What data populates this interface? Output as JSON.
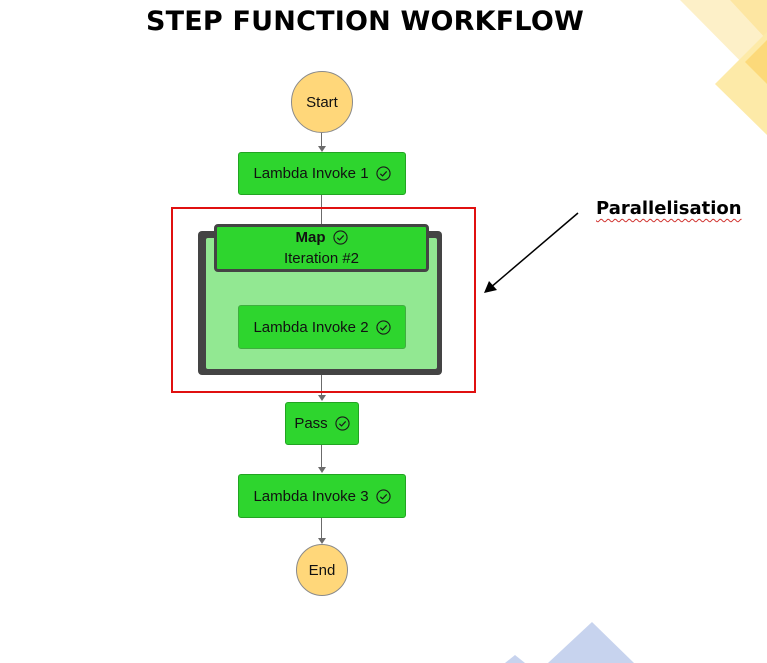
{
  "title": "STEP FUNCTION WORKFLOW",
  "nodes": {
    "start": "Start",
    "lambda1": "Lambda Invoke 1",
    "map_title": "Map",
    "map_iteration": "Iteration #2",
    "lambda2": "Lambda Invoke 2",
    "pass": "Pass",
    "lambda3": "Lambda Invoke 3",
    "end": "End"
  },
  "annotation": {
    "label": "Parallelisation"
  },
  "colors": {
    "start_end_fill": "#ffd77a",
    "task_fill": "#2ed52e",
    "map_body_fill": "#92e892",
    "highlight_border": "#e01010",
    "decor_yellow": "#fde9a6",
    "decor_blue": "#c7d3ee"
  },
  "icons": {
    "status": "check-circle-icon",
    "pointer": "arrow-icon"
  }
}
